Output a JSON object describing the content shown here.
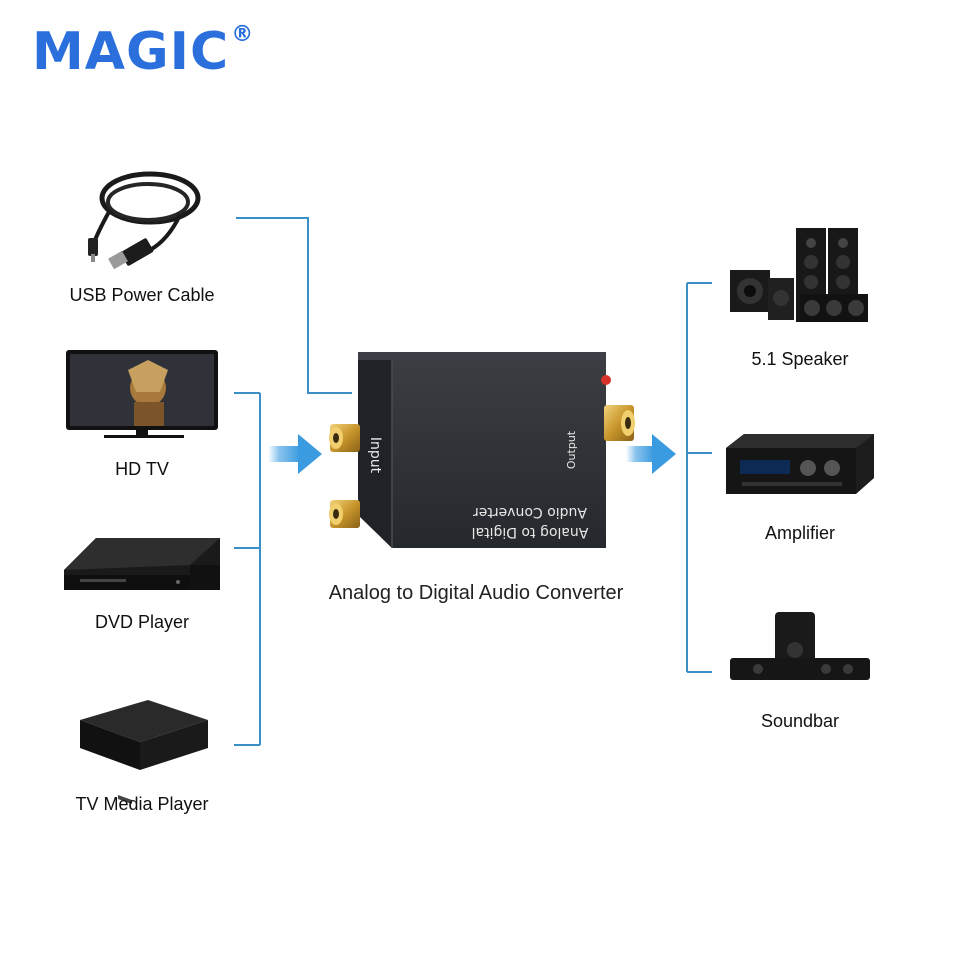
{
  "brand": {
    "name": "MAGIC",
    "registered": "®"
  },
  "inputs": [
    {
      "label": "USB Power Cable",
      "icon": "usb-cable-icon"
    },
    {
      "label": "HD TV",
      "icon": "tv-icon"
    },
    {
      "label": "DVD Player",
      "icon": "dvd-player-icon"
    },
    {
      "label": "TV Media Player",
      "icon": "media-player-icon"
    }
  ],
  "device": {
    "caption": "Analog to Digital Audio Converter",
    "input_label": "Input",
    "output_label": "Output",
    "print_line1": "Analog to Digital",
    "print_line2": "Audio Converter"
  },
  "outputs": [
    {
      "label": "5.1 Speaker",
      "icon": "speaker-system-icon"
    },
    {
      "label": "Amplifier",
      "icon": "amplifier-icon"
    },
    {
      "label": "Soundbar",
      "icon": "soundbar-icon"
    }
  ],
  "colors": {
    "brand": "#2a6fdc",
    "line": "#3a8fc7",
    "arrow": "#3b9be0",
    "device": "#2c2f33",
    "gold": "#d4a435"
  }
}
